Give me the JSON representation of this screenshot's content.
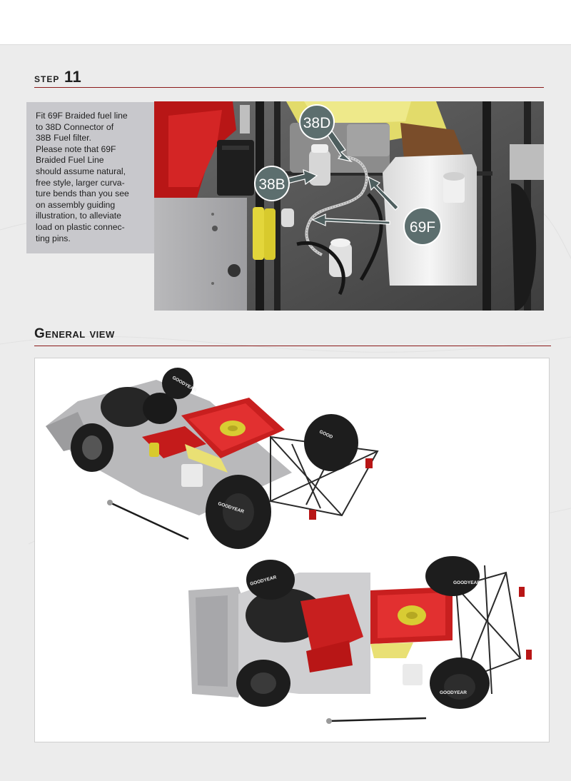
{
  "step": {
    "keyword": "step",
    "number": "11",
    "instruction_lines": [
      "Fit 69F Braided fuel line",
      "to 38D Connector of",
      "38B Fuel filter.",
      "Please note that 69F",
      "Braided Fuel Line",
      "should assume natural,",
      "free style, larger curva-",
      "ture bends than you see",
      "on assembly guiding",
      "illustration, to alleviate",
      "load on plastic connec-",
      "ting pins."
    ],
    "callouts": [
      "38D",
      "38B",
      "69F"
    ]
  },
  "general_view": {
    "title": "General view"
  },
  "tire_text": [
    "GOODYEAR",
    "GOODYEAR",
    "GOOD",
    "GOODYEAR",
    "GOODYEAR",
    "GOODYEAR"
  ],
  "colors": {
    "accent_rule": "#8b1a1a",
    "callout_fill": "#5c6e6e",
    "body_red": "#c41b1b",
    "engine_yellow": "#e8e070"
  }
}
